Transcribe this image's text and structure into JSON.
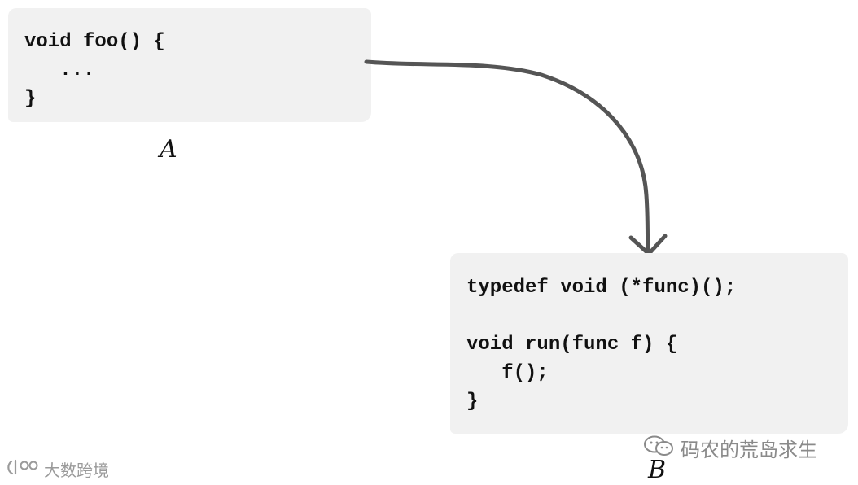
{
  "box_a": {
    "code": "void foo() {\n   ...\n}",
    "label": "A"
  },
  "box_b": {
    "code": "typedef void (*func)();\n\nvoid run(func f) {\n   f();\n}",
    "label": "B"
  },
  "arrow": {
    "color": "#555555",
    "icon": "curved-arrow"
  },
  "watermarks": {
    "left_brand": "大数跨境",
    "right_brand": "码农的荒岛求生"
  },
  "colors": {
    "box_background": "#f1f1f1",
    "text": "#111111",
    "watermark": "#9a9a9a"
  }
}
